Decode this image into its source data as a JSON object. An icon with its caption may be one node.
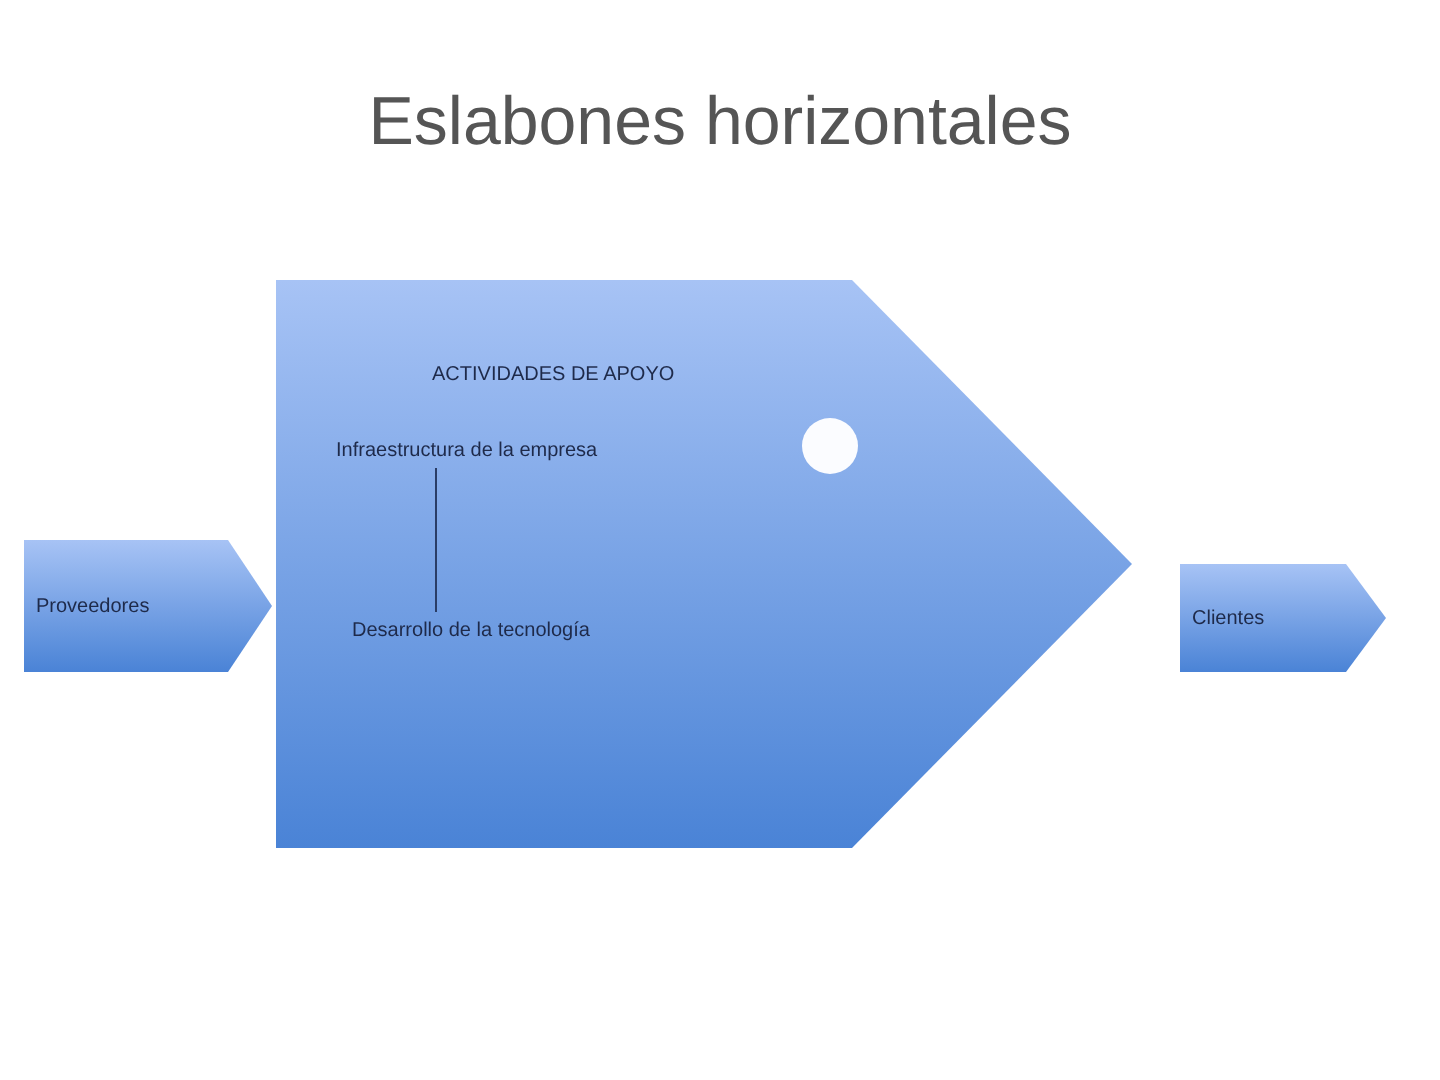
{
  "diagram": {
    "title": "Eslabones horizontales",
    "nodes": [
      {
        "text": [
          "Proveedores"
        ]
      },
      {
        "text": [
          "ACTIVIDADES DE APOYO"
        ]
      },
      {
        "text": [
          "Infraestructura de la empresa"
        ],
        "in": 1
      },
      {
        "text": [
          "Desarrollo de la tecnología"
        ],
        "in": 1
      },
      {
        "text": [
          "Clientes"
        ]
      }
    ],
    "edges": [
      {
        "from": 2,
        "to": 3,
        "arrow": "none"
      }
    ]
  }
}
